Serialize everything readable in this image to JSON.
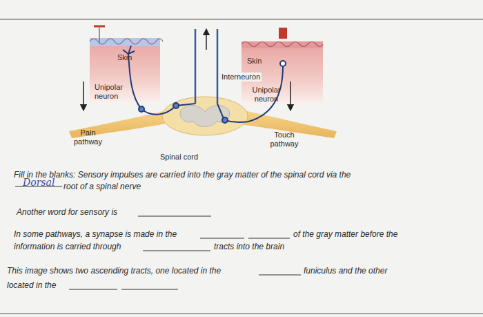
{
  "diagram": {
    "nodes": [
      {
        "text": [
          "Skin"
        ]
      },
      {
        "text": [
          "Skin"
        ]
      }
    ],
    "labels": [
      "Unipolar neuron",
      "Interneuron",
      "Unipolar neuron",
      "Pain pathway",
      "Touch pathway",
      "Spinal cord",
      "Fill in the blanks: Sensory impulses are carried into the gray matter of the spinal cord via the",
      "Dorsal",
      "root of a spinal nerve",
      "Another word for sensory is",
      "In some pathways, a synapse is made in the",
      "of the gray matter before the",
      "information is carried through",
      "tracts into the brain",
      "This image shows two ascending tracts, one located in the",
      "funiculus and the other",
      "located in the"
    ]
  }
}
